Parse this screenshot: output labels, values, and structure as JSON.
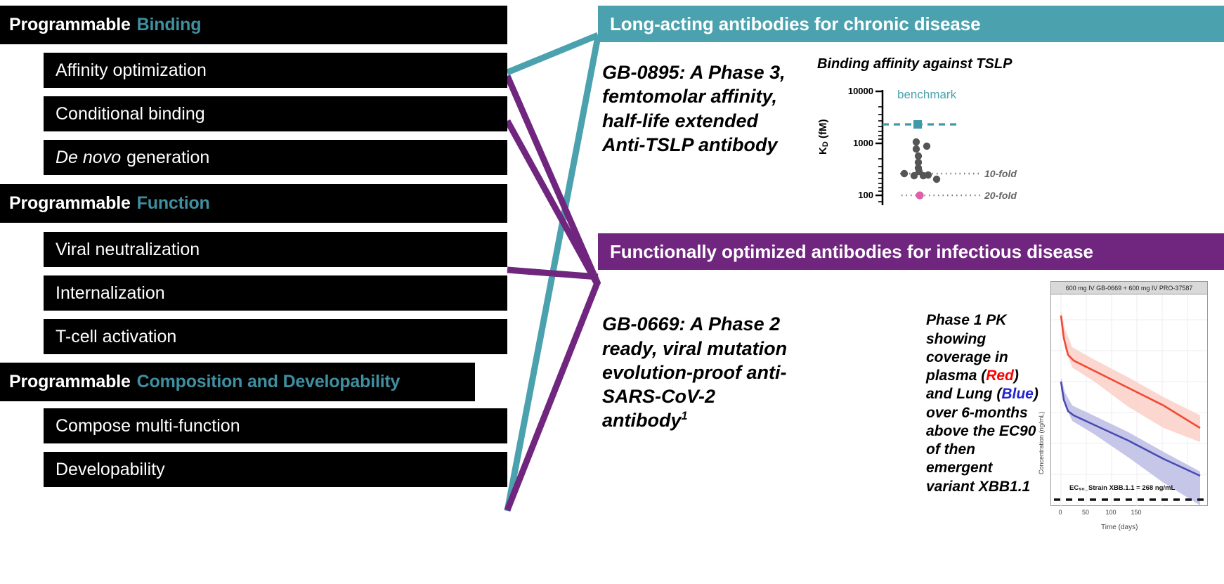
{
  "left_column": {
    "groups": [
      {
        "heading_prefix": "Programmable",
        "heading_accent": "Binding",
        "items": [
          {
            "label": "Affinity optimization"
          },
          {
            "label": "Conditional binding"
          },
          {
            "italic_prefix": "De novo",
            "label": "generation"
          }
        ]
      },
      {
        "heading_prefix": "Programmable",
        "heading_accent": "Function",
        "items": [
          {
            "label": "Viral neutralization"
          },
          {
            "label": "Internalization"
          },
          {
            "label": "T-cell activation"
          }
        ]
      },
      {
        "heading_prefix": "Programmable",
        "heading_accent": "Composition and Developability",
        "items": [
          {
            "label": "Compose multi-function"
          },
          {
            "label": "Developability"
          }
        ]
      }
    ]
  },
  "panels": {
    "chronic": {
      "banner": "Long-acting antibodies for chronic disease",
      "blurb": "GB-0895: A Phase 3,\nfemtomolar affinity,\nhalf-life extended\nAnti-TSLP antibody"
    },
    "infectious": {
      "banner": "Functionally optimized antibodies for infectious disease",
      "blurb": "GB-0669: A Phase 2\nready, viral mutation\nevolution-proof anti-\nSARS-CoV-2\nantibody",
      "blurb_superscript": "1",
      "caption_parts": {
        "p1": "Phase 1 PK showing coverage in plasma (",
        "red": "Red",
        "p2": ") and Lung (",
        "blue": "Blue",
        "p3": ") over 6-months above the EC90 of then emergent variant XBB1.1"
      }
    }
  },
  "colors": {
    "teal": "#4ba2ae",
    "purple": "#70267e",
    "heading_accent": "#3f8fa0",
    "bar_black": "#000000",
    "pk_red": "#ee4a35",
    "pk_blue": "#4a4ab4",
    "scatter_point": "#555555",
    "scatter_highlight": "#e060a8"
  },
  "chart_data": [
    {
      "type": "scatter",
      "title": "Binding affinity against TSLP",
      "xlabel": "",
      "ylabel": "K_D (fM)",
      "yscale": "log",
      "ylim": [
        80,
        12000
      ],
      "ytick_labels": [
        "10000",
        "1000",
        "100"
      ],
      "ytick_values": [
        10000,
        1000,
        100
      ],
      "grid": false,
      "annotations": [
        {
          "name": "benchmark",
          "label": "benchmark",
          "value": 2000,
          "color": "#4ba2ae",
          "style": "dashed"
        },
        {
          "name": "10-fold",
          "label": "10-fold",
          "value": 215,
          "color": "#777777",
          "style": "dotted"
        },
        {
          "name": "20-fold",
          "label": "20-fold",
          "value": 108,
          "color": "#777777",
          "style": "dotted"
        }
      ],
      "points": [
        {
          "x": 0.5,
          "y": 1050,
          "color": "#555555"
        },
        {
          "x": 0.5,
          "y": 800,
          "color": "#555555"
        },
        {
          "x": 0.68,
          "y": 880,
          "color": "#555555"
        },
        {
          "x": 0.53,
          "y": 560,
          "color": "#555555"
        },
        {
          "x": 0.53,
          "y": 430,
          "color": "#555555"
        },
        {
          "x": 0.53,
          "y": 340,
          "color": "#555555"
        },
        {
          "x": 0.53,
          "y": 270,
          "color": "#555555"
        },
        {
          "x": 0.3,
          "y": 225,
          "color": "#555555"
        },
        {
          "x": 0.46,
          "y": 205,
          "color": "#555555"
        },
        {
          "x": 0.62,
          "y": 210,
          "color": "#555555"
        },
        {
          "x": 0.7,
          "y": 215,
          "color": "#555555"
        },
        {
          "x": 0.84,
          "y": 180,
          "color": "#555555"
        },
        {
          "x": 0.55,
          "y": 108,
          "color": "#e060a8"
        }
      ]
    },
    {
      "type": "line",
      "title": "600 mg IV GB-0669 + 600 mg IV PRO-37587",
      "xlabel": "Time (days)",
      "ylabel": "Concentration (ng/mL)",
      "xlim": [
        0,
        185
      ],
      "xtick_values": [
        0,
        50,
        100,
        150
      ],
      "xtick_labels": [
        "0",
        "50",
        "100",
        "150"
      ],
      "yscale": "log",
      "grid": true,
      "series": [
        {
          "name": "Plasma",
          "color": "#ee4a35",
          "band_color": "#fbd5cd"
        },
        {
          "name": "Lung",
          "color": "#4a4ab4",
          "band_color": "#c3c3e8"
        }
      ],
      "threshold": {
        "label": "EC₉₀_Strain XBB.1.1 = 268 ng/mL",
        "value": 268,
        "style": "dashed"
      }
    }
  ]
}
